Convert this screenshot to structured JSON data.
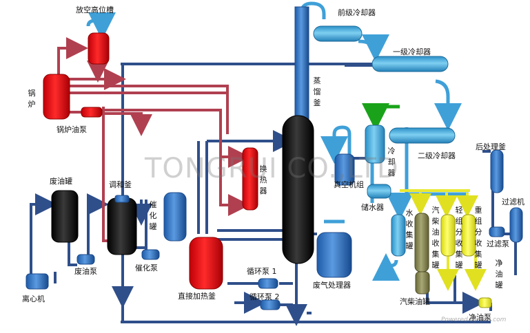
{
  "watermark": "TONGRUI CO.,LTD",
  "powered_by": "Powered by   ade.com",
  "colors": {
    "pipe": "#2f4f8a",
    "hot_pipe": "#b04050",
    "boiler": "#e8141b",
    "black_vessel": "#111111",
    "blue_vessel": "#3a78c9",
    "light_blue": "#4fb0e0",
    "olive": "#8a8a55",
    "yellow": "#f2f238",
    "green": "#1aa31a"
  },
  "labels": {
    "vent_tank": "放空高位槽",
    "boiler": "锅\n炉",
    "boiler_pump": "锅炉油泵",
    "pre_cooler": "前级冷却器",
    "primary_cooler": "一级冷却器",
    "secondary_cooler": "二级冷却器",
    "distill_kettle": "蒸\n馏\n釜",
    "heat_exchanger": "换\n热\n器",
    "vacuum_unit": "真空机组",
    "water_tank": "储水器",
    "cooler": "冷\n却\n器",
    "post_kettle": "后处理釜",
    "filter": "过滤机",
    "filter_pump": "过滤泵",
    "waste_oil_tank": "废油罐",
    "blend_kettle": "调和釜",
    "catalyst_tank": "催\n化\n罐",
    "catalyst_pump": "催化泵",
    "waste_oil_pump": "废油泵",
    "centrifuge": "离心机",
    "direct_heat_kettle": "直接加热釜",
    "circ_pump_1": "循环泵 1",
    "circ_pump_2": "循环泵 2",
    "waste_gas": "废气处理器",
    "water_collect": "水\n收\n集\n罐",
    "gasoline_collect": "汽\n柴\n油\n收\n集\n罐",
    "light_collect": "轻\n组\n分\n收\n集\n罐",
    "heavy_collect": "重\n组\n分\n收\n集\n罐",
    "diesel_tank": "汽柴油罐",
    "clean_pump": "净油泵",
    "clean_tank": "净\n油\n罐"
  }
}
